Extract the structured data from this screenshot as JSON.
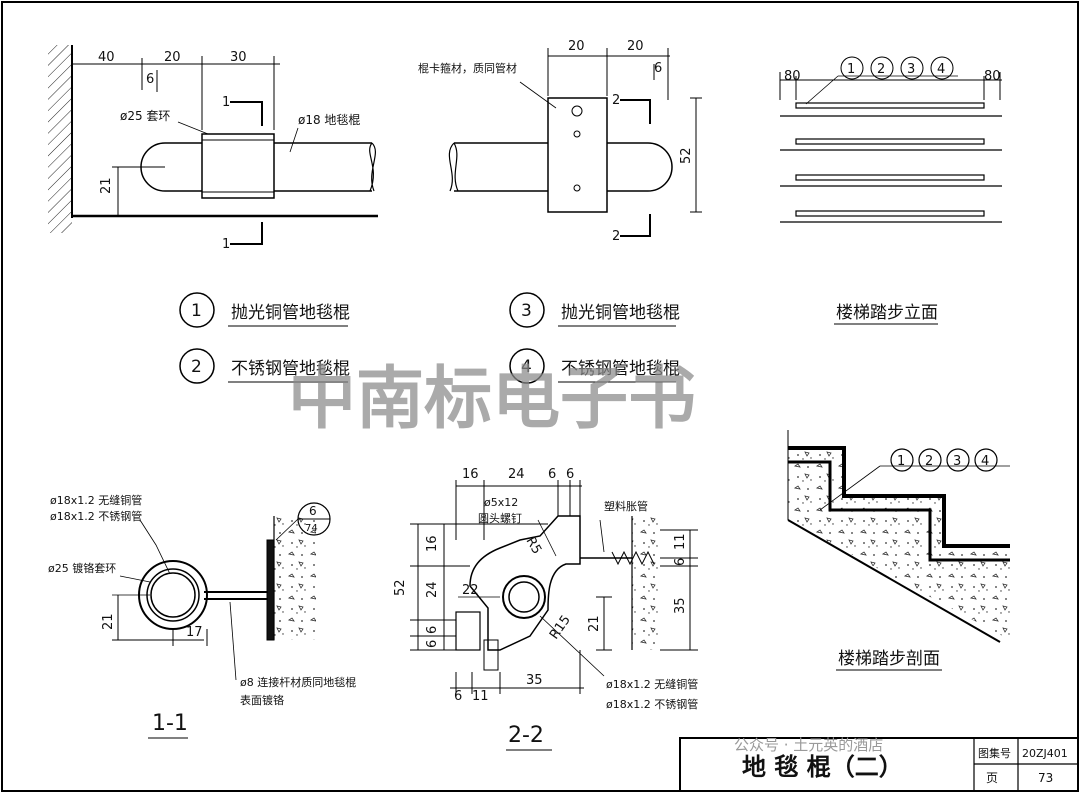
{
  "elevation_plan": {
    "dims": {
      "d40": "40",
      "d20": "20",
      "d30": "30",
      "d6": "6",
      "d21": "21"
    },
    "labels": {
      "ring": "ø25 套环",
      "rod": "ø18 地毯棍"
    },
    "section_mark": "1"
  },
  "clip_view": {
    "dims": {
      "d20a": "20",
      "d20b": "20",
      "d6": "6",
      "d52": "52"
    },
    "label": "棍卡箍材，质同管材",
    "section_mark": "2"
  },
  "stair_elevation": {
    "dims": {
      "left": "80",
      "right": "80"
    },
    "circles": [
      "1",
      "2",
      "3",
      "4"
    ],
    "caption": "楼梯踏步立面"
  },
  "legend": [
    {
      "num": "1",
      "text": "抛光铜管地毯棍"
    },
    {
      "num": "2",
      "text": "不锈钢管地毯棍"
    },
    {
      "num": "3",
      "text": "抛光铜管地毯棍"
    },
    {
      "num": "4",
      "text": "不锈钢管地毯棍"
    }
  ],
  "watermark": "中南标电子书",
  "section_1_1": {
    "notes": {
      "pipe1": "ø18x1.2 无缝铜管",
      "pipe2": "ø18x1.2 不锈钢管",
      "ring": "ø25 镀铬套环",
      "conn1": "ø8 连接杆材质同地毯棍",
      "conn2": "表面镀铬"
    },
    "ref": {
      "top": "6",
      "bottom": "74"
    },
    "dims": {
      "d21": "21",
      "d17": "17"
    },
    "caption": "1-1"
  },
  "section_2_2": {
    "notes": {
      "screw1": "ø5x12",
      "screw2": "圆头螺钉",
      "tube": "塑料胀管",
      "pipe1": "ø18x1.2 无缝铜管",
      "pipe2": "ø18x1.2 不锈钢管"
    },
    "dims": {
      "d16t": "16",
      "d24t": "24",
      "d6ta": "6",
      "d6tb": "6",
      "d16l": "16",
      "d52": "52",
      "d24l": "24",
      "d6la": "6",
      "d6lb": "6",
      "d22": "22",
      "r5": "R5",
      "r15": "R15",
      "d21": "21",
      "d11r": "11",
      "d6r": "6",
      "d35r": "35",
      "d6b": "6",
      "d11b": "11",
      "d35b": "35"
    },
    "caption": "2-2"
  },
  "stair_section": {
    "circles": [
      "1",
      "2",
      "3",
      "4"
    ],
    "caption": "楼梯踏步剖面"
  },
  "title_block": {
    "title": "地 毯 棍（二）",
    "atlas_label": "图集号",
    "atlas_no": "20ZJ401",
    "page_label": "页",
    "page_no": "73",
    "source": "公众号 · 土元英的酒店"
  }
}
